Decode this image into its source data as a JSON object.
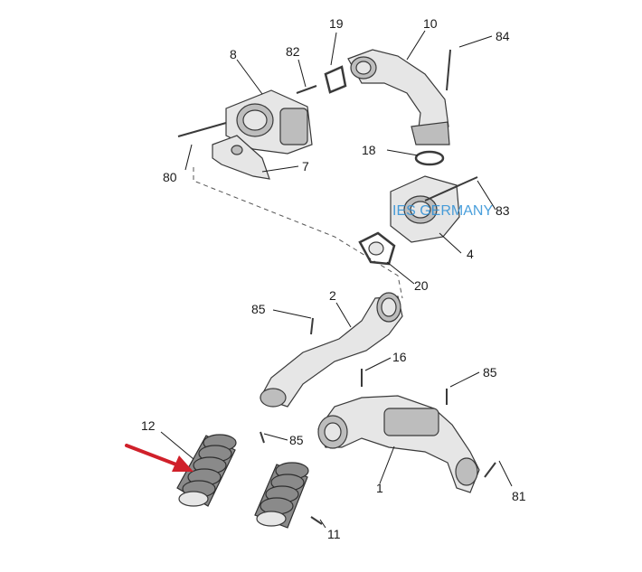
{
  "diagram": {
    "watermark": "IES GERMANY",
    "callouts": {
      "c19": "19",
      "c10": "10",
      "c84": "84",
      "c8": "8",
      "c82": "82",
      "c80": "80",
      "c7": "7",
      "c18": "18",
      "c83": "83",
      "c4": "4",
      "c20": "20",
      "c85a": "85",
      "c2": "2",
      "c16": "16",
      "c85b": "85",
      "c12": "12",
      "c85c": "85",
      "c1": "1",
      "c81": "81",
      "c11": "11"
    },
    "colors": {
      "arrow": "#d0202a",
      "watermark": "#2b8fd6"
    }
  }
}
